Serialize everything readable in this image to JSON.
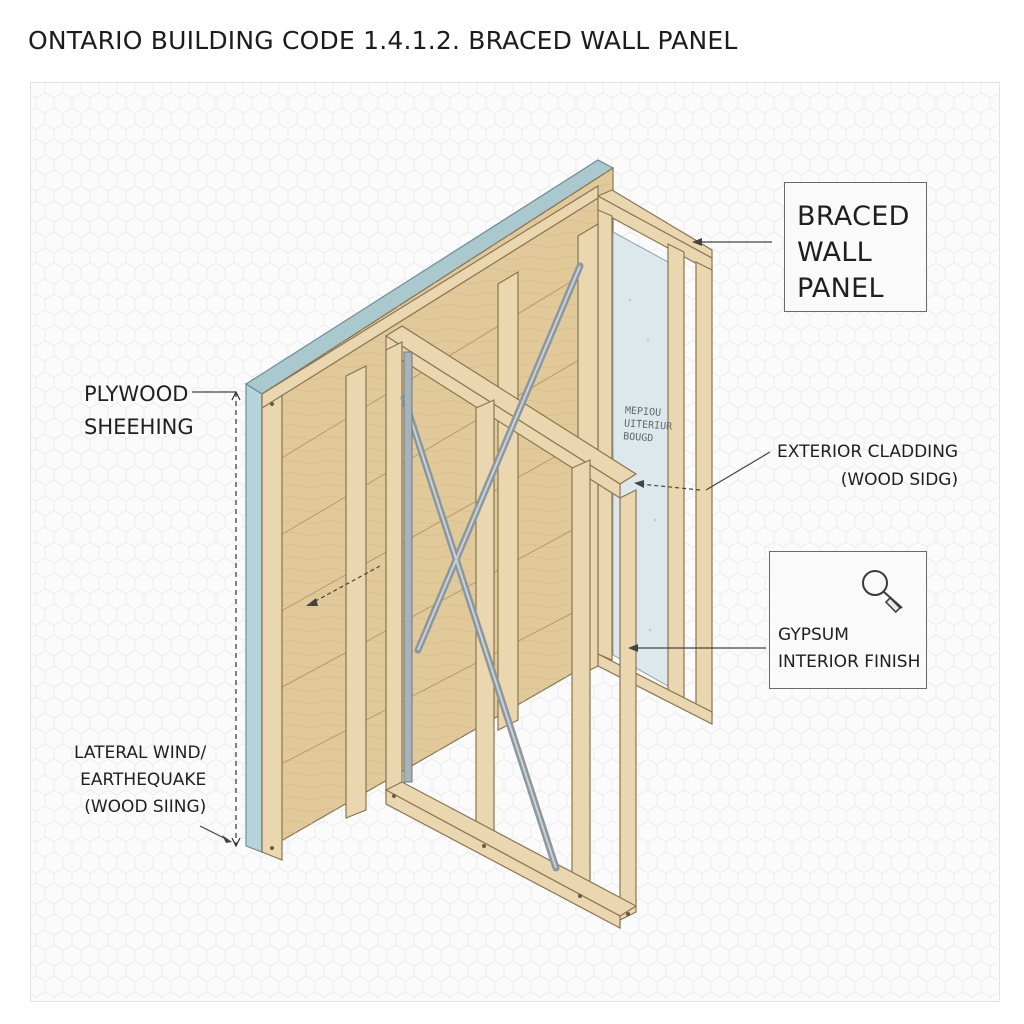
{
  "header": {
    "title": "ONTARIO BUILDING CODE 1.4.1.2. BRACED WALL PANEL"
  },
  "labels": {
    "braced_wall_panel": [
      "BRACED",
      "WALL",
      "PANEL"
    ],
    "plywood_sheathing": [
      "PLYWOOD",
      "SHEEHING"
    ],
    "exterior_cladding": [
      "EXTERIOR CLADDING",
      "(WOOD SIDG)"
    ],
    "gypsum_interior": [
      "GYPSUM",
      "INTERIOR FINISH"
    ],
    "lateral_load": [
      "LATERAL WIND/",
      "EARTHEQUAKE",
      "(WOOD SIING)"
    ],
    "gypsum_board_stamp": [
      "MEPIOU",
      "UITERIUR",
      "BOUGD"
    ]
  },
  "icons": {
    "zoom": "magnifier-icon"
  },
  "colors": {
    "lumber": "#ead7b0",
    "lumber_edge": "#8a7552",
    "plywood": "#e2c99a",
    "sheathing_edge": "#a9c9cf",
    "gypsum": "#dde8ec",
    "steel_strap": "#9aa6ad",
    "leader": "#444444"
  }
}
